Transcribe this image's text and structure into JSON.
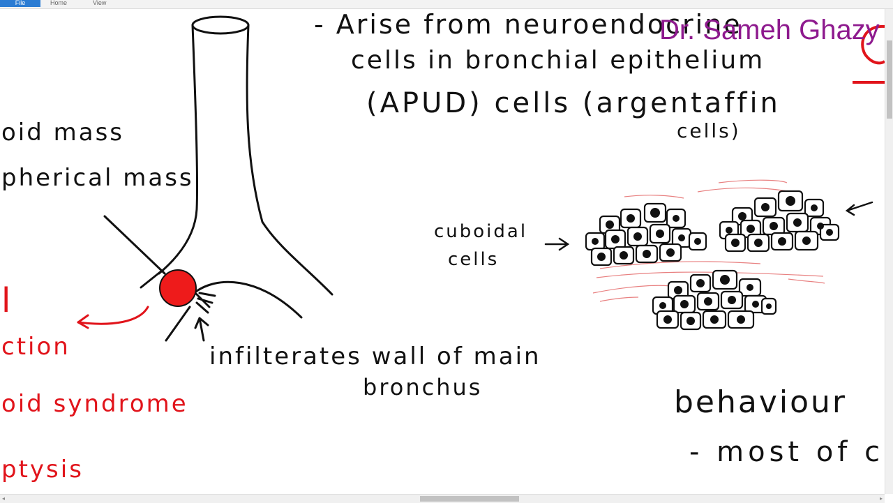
{
  "app": {
    "tabs": [
      "File",
      "Home",
      "View"
    ]
  },
  "watermark": "Dr. Sameh Ghazy",
  "notes": {
    "arise_line1": "- Arise from neuroendocrine",
    "arise_line2": "cells in bronchial epithelium",
    "apud_line": "(APUD) cells (argentaffin",
    "apud_line2": "cells)",
    "left1": "oid mass",
    "left2": "pherical mass",
    "cuboidal1": "cuboidal",
    "cuboidal2": "cells",
    "infiltrates1": "infilterates wall of main",
    "infiltrates2": "bronchus",
    "behaviour": "behaviour",
    "most": "- most of ca",
    "red1": "l",
    "red2": "ction",
    "red3": "oid syndrome",
    "red4": "ptysis"
  },
  "colors": {
    "ink": "#111111",
    "red_ink": "#e1141b",
    "watermark": "#8e1a8e",
    "tab_file": "#2b7cd3"
  },
  "icons": {
    "scroll_left": "◂",
    "scroll_right": "▸"
  }
}
